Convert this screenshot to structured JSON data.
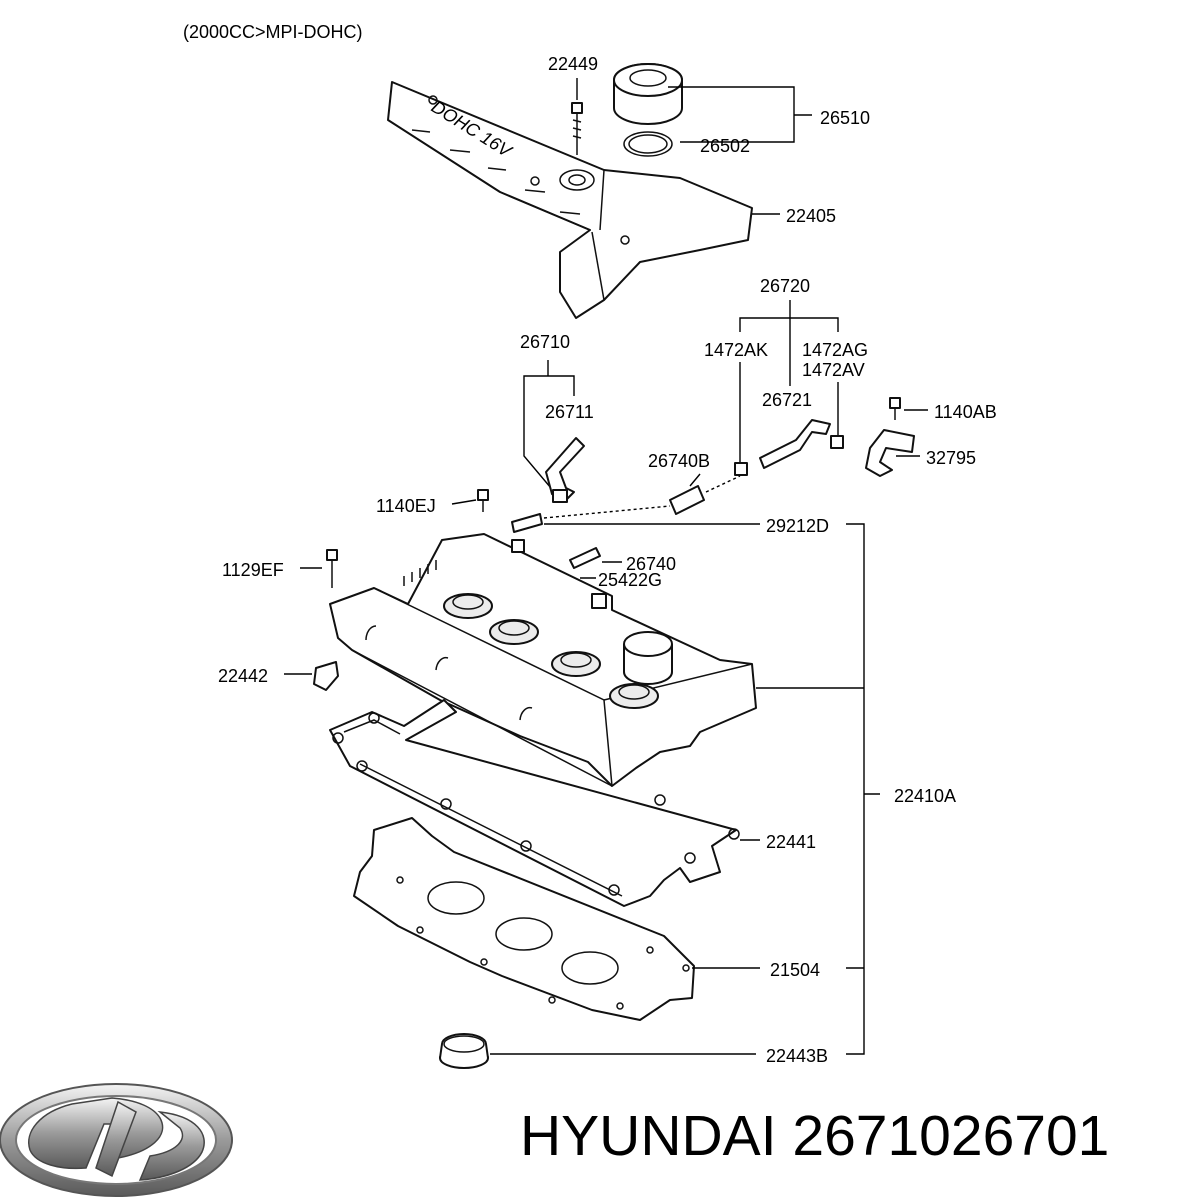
{
  "engine_note": "(2000CC>MPI-DOHC)",
  "cover_text": "DOHC 16V",
  "parts": {
    "p22449": "22449",
    "p26510": "26510",
    "p26502": "26502",
    "p22405": "22405",
    "p26720": "26720",
    "p26710": "26710",
    "p1472AK": "1472AK",
    "p1472AG": "1472AG",
    "p1472AV": "1472AV",
    "p26711": "26711",
    "p26721": "26721",
    "p1140AB": "1140AB",
    "p26740B": "26740B",
    "p32795": "32795",
    "p1140EJ": "1140EJ",
    "p29212D": "29212D",
    "p26740": "26740",
    "p25422G": "25422G",
    "p1129EF": "1129EF",
    "p22442": "22442",
    "p22410A": "22410A",
    "p22441": "22441",
    "p21504": "21504",
    "p22443B": "22443B"
  },
  "brand": {
    "logo": "hyundai-logo",
    "caption": "HYUNDAI 2671026701"
  }
}
